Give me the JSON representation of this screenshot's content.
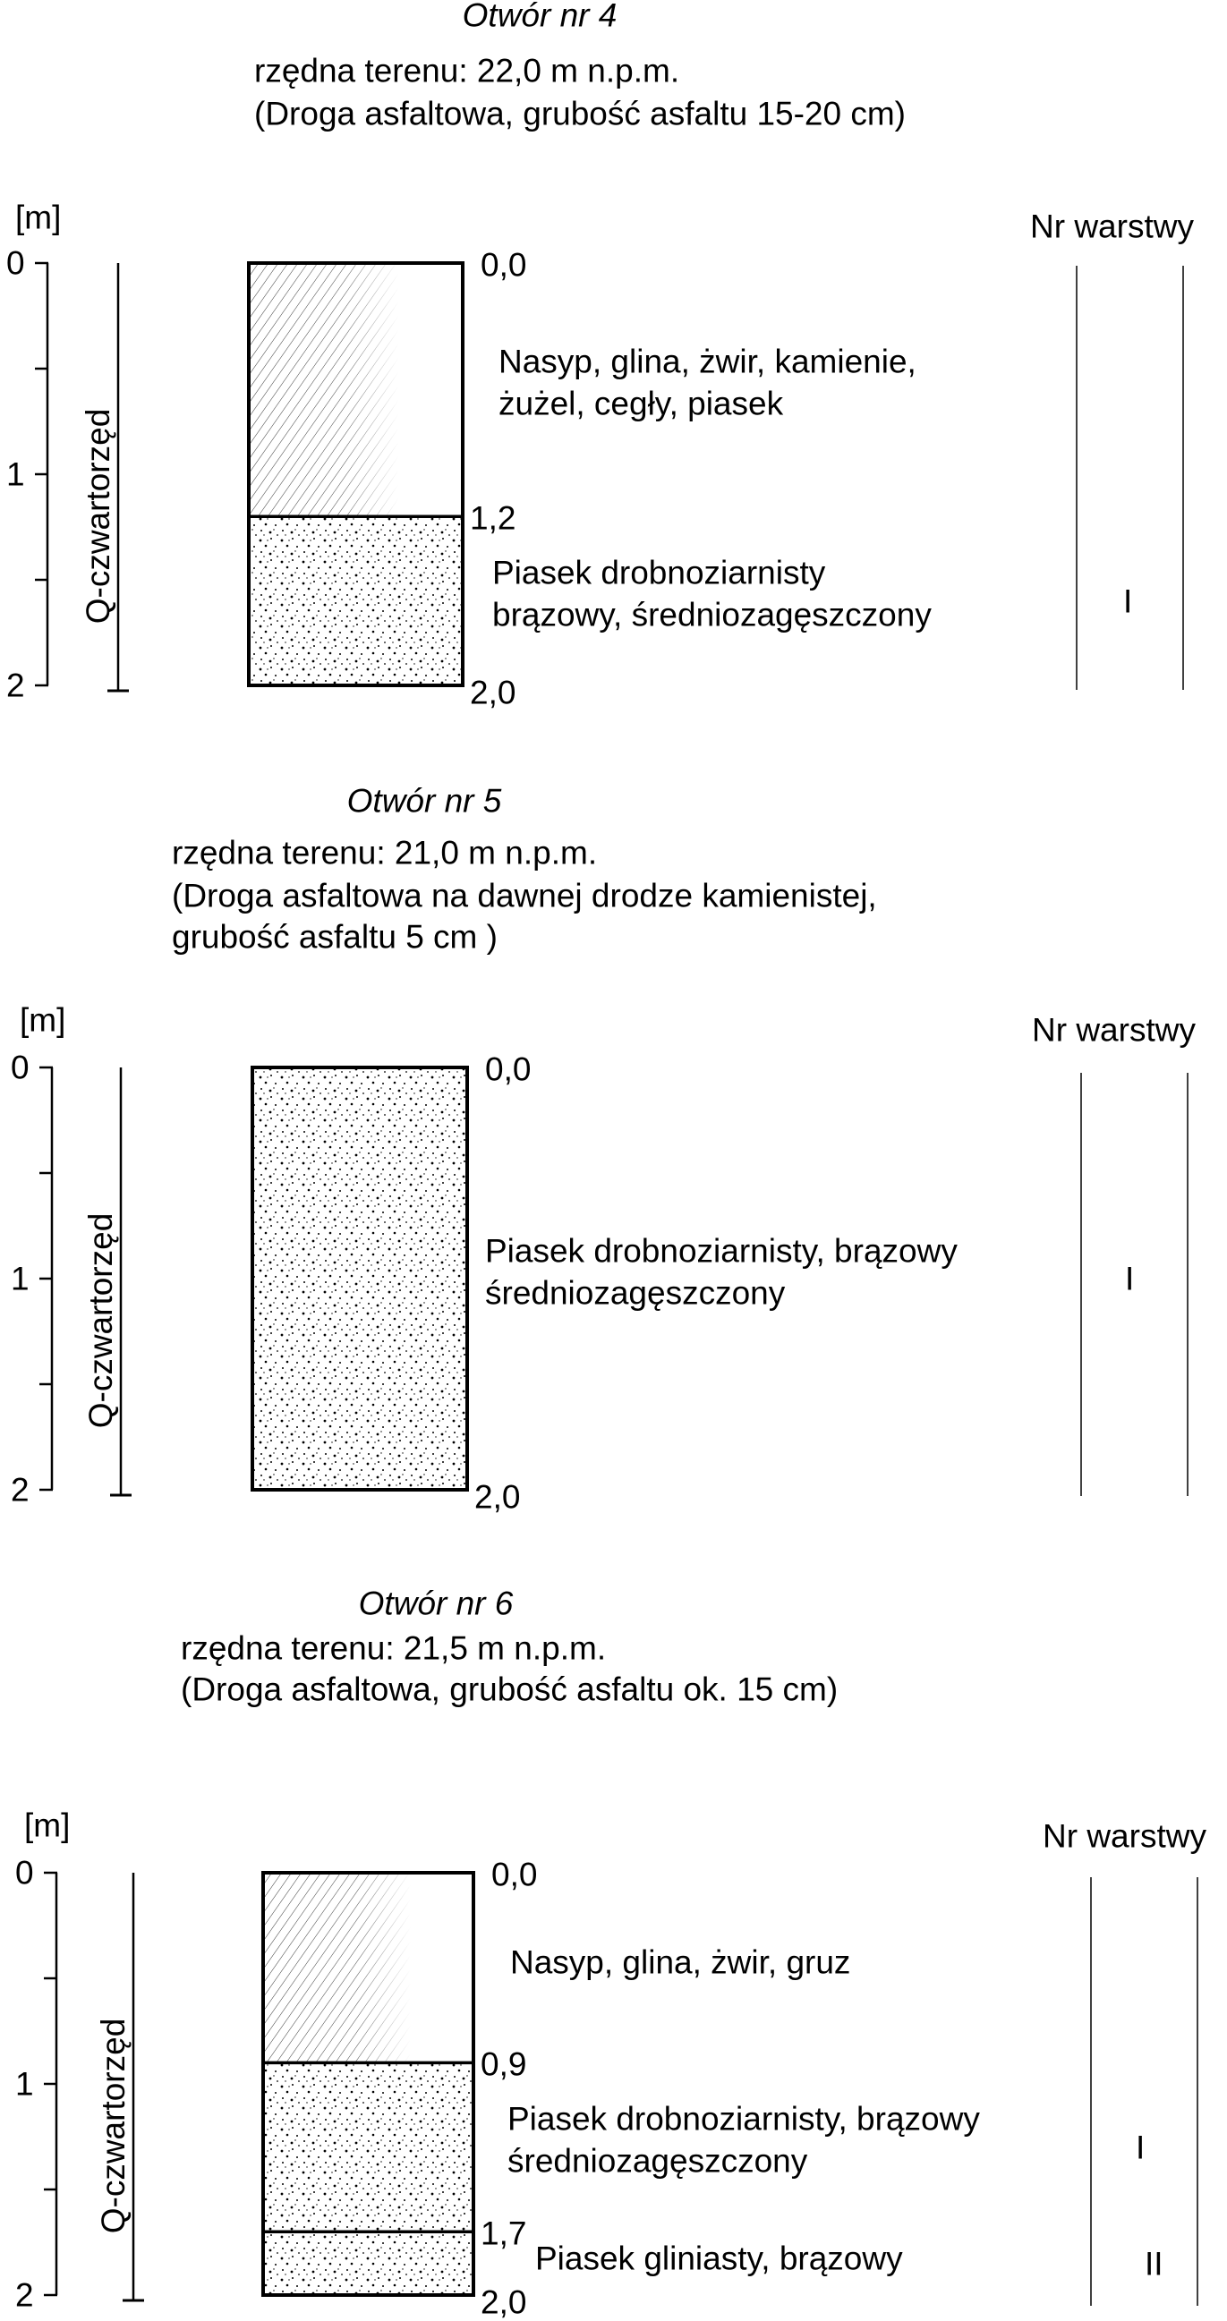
{
  "colors": {
    "ink": "#000000",
    "hatch": "#333333",
    "background": "#ffffff"
  },
  "unit_label": "[m]",
  "scale_ticks": [
    "0",
    "1",
    "2"
  ],
  "stratigraphy_label": "Q-czwartorzęd",
  "layer_column_header": "Nr warstwy",
  "boreholes": [
    {
      "title": "Otwór nr 4",
      "info": [
        "rzędna terenu: 22,0 m n.p.m.",
        "(Droga asfaltowa, grubość asfaltu 15-20 cm)"
      ],
      "depth_labels": [
        {
          "depth": 0.0,
          "label": "0,0"
        },
        {
          "depth": 1.2,
          "label": "1,2"
        },
        {
          "depth": 2.0,
          "label": "2,0"
        }
      ],
      "layers": [
        {
          "from": 0.0,
          "to": 1.2,
          "pattern": "fill-hatch",
          "description": [
            "Nasyp, glina, żwir, kamienie,",
            "żużel, cegły, piasek"
          ],
          "layer_no": ""
        },
        {
          "from": 1.2,
          "to": 2.0,
          "pattern": "sand-dots",
          "description": [
            "Piasek drobnoziarnisty",
            "brązowy, średniozagęszczony"
          ],
          "layer_no": "I"
        }
      ]
    },
    {
      "title": "Otwór nr 5",
      "info": [
        "rzędna terenu: 21,0 m n.p.m.",
        "(Droga asfaltowa na dawnej drodze kamienistej,",
        "grubość asfaltu 5 cm )"
      ],
      "depth_labels": [
        {
          "depth": 0.0,
          "label": "0,0"
        },
        {
          "depth": 2.0,
          "label": "2,0"
        }
      ],
      "layers": [
        {
          "from": 0.0,
          "to": 2.0,
          "pattern": "sand-dots",
          "description": [
            "Piasek drobnoziarnisty, brązowy",
            "średniozagęszczony"
          ],
          "layer_no": "I"
        }
      ]
    },
    {
      "title": "Otwór nr 6",
      "info": [
        "rzędna terenu: 21,5 m n.p.m.",
        "(Droga asfaltowa, grubość asfaltu ok. 15 cm)"
      ],
      "depth_labels": [
        {
          "depth": 0.0,
          "label": "0,0"
        },
        {
          "depth": 0.9,
          "label": "0,9"
        },
        {
          "depth": 1.7,
          "label": "1,7"
        },
        {
          "depth": 2.0,
          "label": "2,0"
        }
      ],
      "layers": [
        {
          "from": 0.0,
          "to": 0.9,
          "pattern": "fill-hatch",
          "description": [
            "Nasyp, glina, żwir, gruz"
          ],
          "layer_no": ""
        },
        {
          "from": 0.9,
          "to": 1.7,
          "pattern": "sand-dots",
          "description": [
            "Piasek drobnoziarnisty, brązowy",
            "średniozagęszczony"
          ],
          "layer_no": "I"
        },
        {
          "from": 1.7,
          "to": 2.0,
          "pattern": "sand-dots",
          "description": [
            "Piasek gliniasty, brązowy"
          ],
          "layer_no": "II"
        }
      ]
    }
  ]
}
